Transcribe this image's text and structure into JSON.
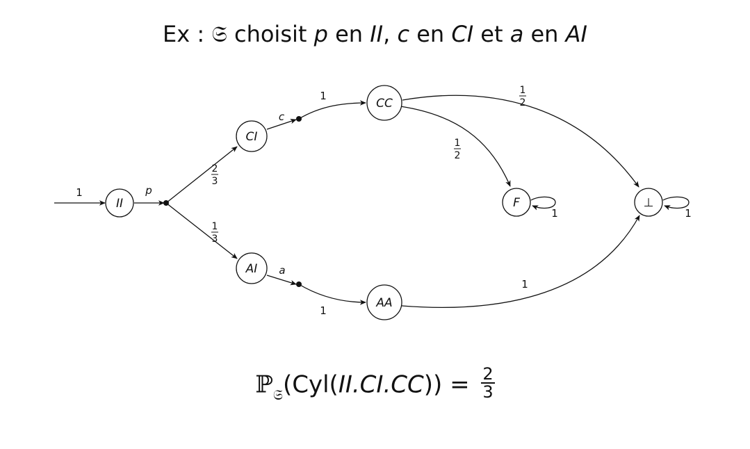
{
  "title": {
    "prefix": "Ex : ",
    "strategy_symbol": "𝔖",
    "choisit": " choisit ",
    "action_p": "p",
    "en1": " en ",
    "state_II": "II",
    "comma": ", ",
    "action_c": "c",
    "en2": " en ",
    "state_CI": "CI",
    "et": " et ",
    "action_a": "a",
    "en3": " en ",
    "state_AI": "AI"
  },
  "diagram": {
    "nodes": {
      "II": "II",
      "CI": "CI",
      "AI": "AI",
      "CC": "CC",
      "AA": "AA",
      "F": "F",
      "bot": "⊥"
    },
    "edge_labels": {
      "initial": "1",
      "act_p": "p",
      "prob_to_CI": {
        "num": "2",
        "den": "3"
      },
      "prob_to_AI": {
        "num": "1",
        "den": "3"
      },
      "act_c": "c",
      "act_a": "a",
      "prob_c_to_CC": "1",
      "prob_a_to_AA": "1",
      "prob_CC_to_bot": {
        "num": "1",
        "den": "2"
      },
      "prob_CC_to_F": {
        "num": "1",
        "den": "2"
      },
      "prob_AA_to_bot": "1",
      "self_loop_F": "1",
      "self_loop_bot": "1"
    }
  },
  "formula": {
    "prob": "ℙ",
    "prob_sub": "𝔖",
    "open": "(Cyl(",
    "path": "II.CI.CC",
    "close": ")) = ",
    "num": "2",
    "den": "3"
  }
}
